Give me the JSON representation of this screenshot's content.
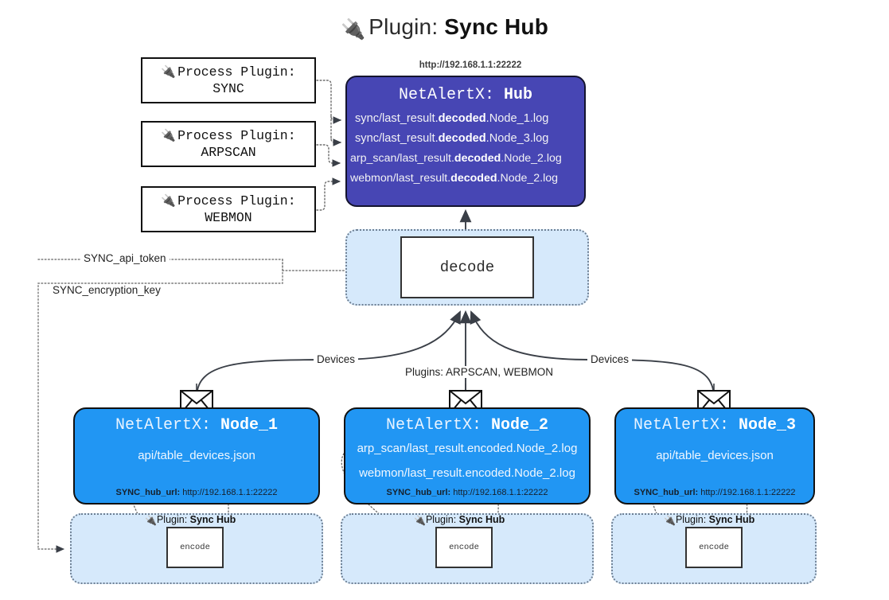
{
  "title": {
    "icon": "plug-icon",
    "prefix": "Plugin:",
    "name": "Sync Hub"
  },
  "process_plugins": [
    {
      "icon": "plug-icon",
      "line1": "Process Plugin:",
      "line2": "SYNC"
    },
    {
      "icon": "plug-icon",
      "line1": "Process Plugin:",
      "line2": "ARPSCAN"
    },
    {
      "icon": "plug-icon",
      "line1": "Process Plugin:",
      "line2": "WEBMON"
    }
  ],
  "hub": {
    "url": "http://192.168.1.1:22222",
    "title_prefix": "NetAlertX:",
    "title_name": "Hub",
    "logs": [
      {
        "pre": "sync/last_result.",
        "mid": "decoded",
        "post": ".Node_1.log"
      },
      {
        "pre": "sync/last_result.",
        "mid": "decoded",
        "post": ".Node_3.log"
      },
      {
        "pre": "arp_scan/last_result.",
        "mid": "decoded",
        "post": ".Node_2.log"
      },
      {
        "pre": "webmon/last_result.",
        "mid": "decoded",
        "post": ".Node_2.log"
      }
    ]
  },
  "decode": {
    "label": "decode"
  },
  "wire_labels": {
    "devices_left": "Devices",
    "devices_right": "Devices",
    "plugins": "Plugins: ARPSCAN, WEBMON",
    "api_token": "SYNC_api_token",
    "encryption_key": "SYNC_encryption_key"
  },
  "nodes": [
    {
      "title_prefix": "NetAlertX:",
      "title_name": "Node_1",
      "lines": [
        "api/table_devices.json"
      ],
      "footer_key": "SYNC_hub_url:",
      "footer_value": "http://192.168.1.1:22222",
      "envelope_icon": "envelope-icon"
    },
    {
      "title_prefix": "NetAlertX:",
      "title_name": "Node_2",
      "lines": [
        "arp_scan/last_result.encoded.Node_2.log",
        "webmon/last_result.encoded.Node_2.log"
      ],
      "footer_key": "SYNC_hub_url:",
      "footer_value": "http://192.168.1.1:22222",
      "envelope_icon": "envelope-icon"
    },
    {
      "title_prefix": "NetAlertX:",
      "title_name": "Node_3",
      "lines": [
        "api/table_devices.json"
      ],
      "footer_key": "SYNC_hub_url:",
      "footer_value": "http://192.168.1.1:22222",
      "envelope_icon": "envelope-icon"
    }
  ],
  "encoders": [
    {
      "label_icon": "plug-icon",
      "label_prefix": "Plugin:",
      "label_name": "Sync Hub",
      "box_label": "encode"
    },
    {
      "label_icon": "plug-icon",
      "label_prefix": "Plugin:",
      "label_name": "Sync Hub",
      "box_label": "encode"
    },
    {
      "label_icon": "plug-icon",
      "label_prefix": "Plugin:",
      "label_name": "Sync Hub",
      "box_label": "encode"
    }
  ],
  "colors": {
    "hub_fill": "#4746b4",
    "node_fill": "#2196f3",
    "container_fill": "#d6e9fb",
    "line": "#3a3f47"
  }
}
